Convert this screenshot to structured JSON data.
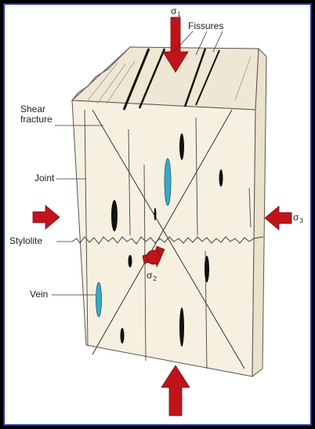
{
  "labels": {
    "fissures": "Fissures",
    "shear_fracture_line1": "Shear",
    "shear_fracture_line2": "fracture",
    "joint": "Joint",
    "stylolite": "Stylolite",
    "vein": "Vein"
  },
  "stresses": {
    "sigma1": {
      "symbol": "σ",
      "sub": "1"
    },
    "sigma2": {
      "symbol": "σ",
      "sub": "2"
    },
    "sigma3": {
      "symbol": "σ",
      "sub": "3"
    }
  },
  "colors": {
    "frame": "#1a2fb8",
    "rock_front": "#f6f0e0",
    "rock_side": "#ebe2cc",
    "rock_top": "#efe7d3",
    "arrow": "#c0141b",
    "vein": "#3aa8c8",
    "line": "#333333"
  }
}
